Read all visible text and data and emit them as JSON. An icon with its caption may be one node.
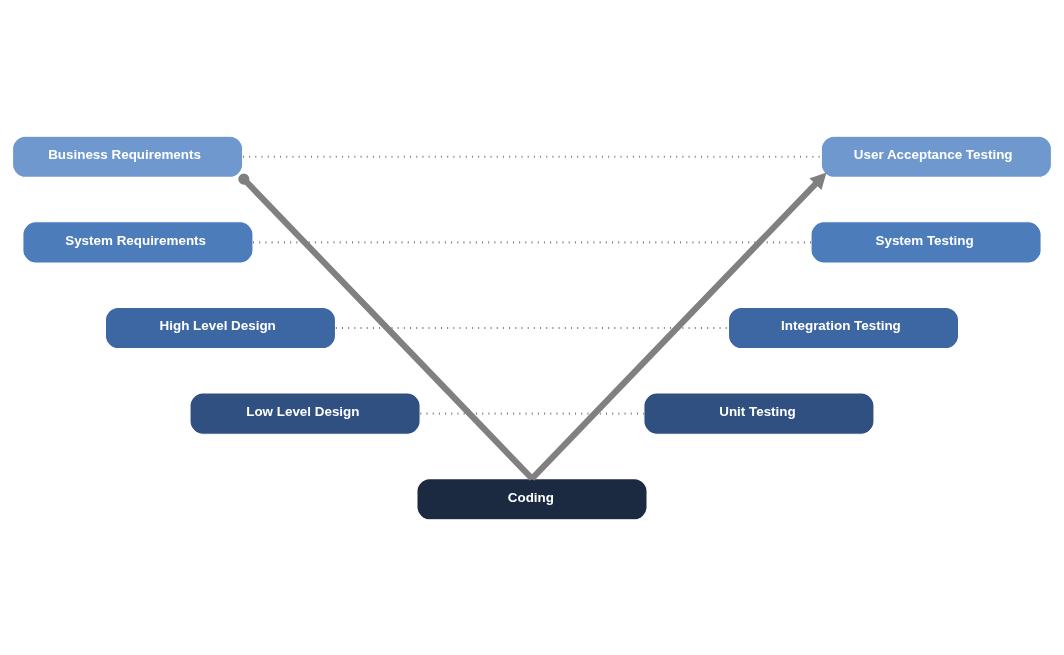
{
  "diagram": {
    "nodes": [
      {
        "text": [
          "Business Requirements"
        ]
      },
      {
        "text": [
          "User Acceptance Testing"
        ]
      },
      {
        "text": [
          "System Requirements"
        ]
      },
      {
        "text": [
          "System Testing"
        ]
      },
      {
        "text": [
          "High Level Design"
        ]
      },
      {
        "text": [
          "Integration Testing"
        ]
      },
      {
        "text": [
          "Low Level Design"
        ]
      },
      {
        "text": [
          "Unit Testing"
        ]
      },
      {
        "text": [
          "Coding"
        ]
      }
    ],
    "edges": [
      {
        "from": 0,
        "to": 1,
        "arrow": "none",
        "style": "dashed"
      },
      {
        "from": 2,
        "to": 3,
        "arrow": "none",
        "style": "dashed"
      },
      {
        "from": 4,
        "to": 5,
        "arrow": "none",
        "style": "dashed"
      },
      {
        "from": 6,
        "to": 7,
        "arrow": "none",
        "style": "dashed"
      },
      {
        "from": 0,
        "to": 8,
        "arrow": "other",
        "style": "thick"
      },
      {
        "from": 8,
        "to": 1,
        "arrow": "to",
        "style": "thick"
      }
    ]
  }
}
